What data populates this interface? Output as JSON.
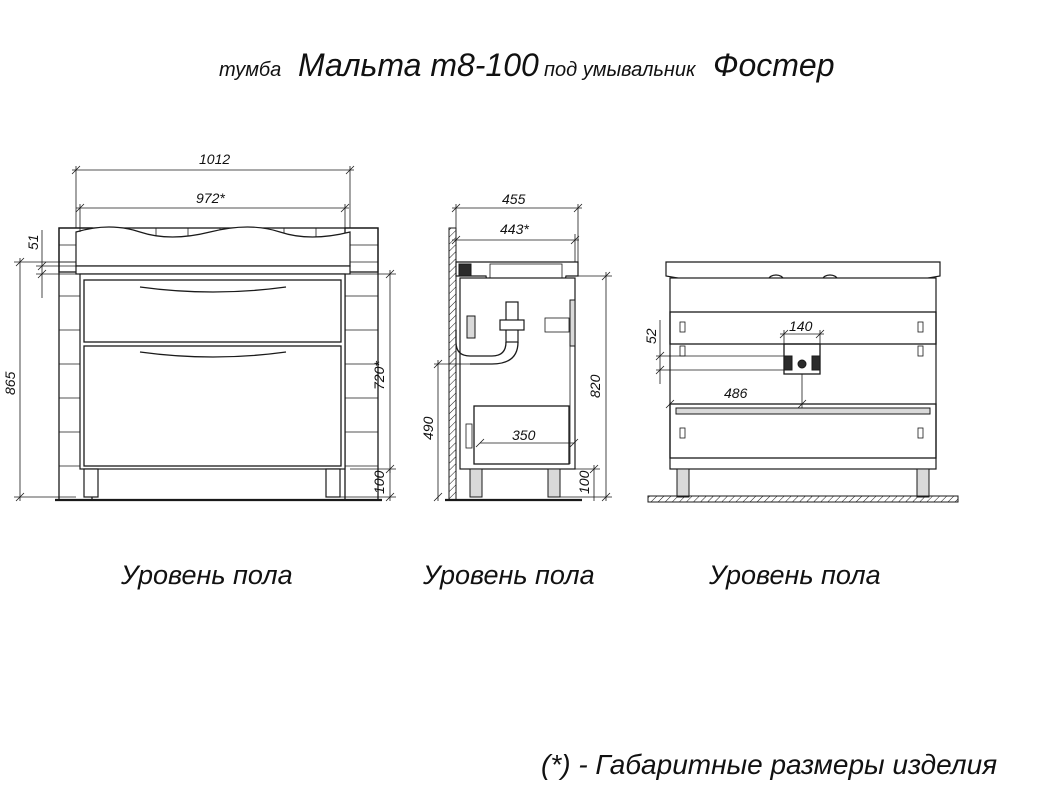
{
  "title": {
    "prefix": "тумба",
    "model": "Мальта т8-100",
    "middle": "под умывальник",
    "sink": "Фостер"
  },
  "floor_label": "Уровень пола",
  "footnote": "(*) - Габаритные размеры изделия",
  "front_view": {
    "dims": {
      "overall_width": "1012",
      "body_width": "972*",
      "top_thickness": "51",
      "overall_height": "865",
      "body_height": "720*",
      "leg_height": "100"
    }
  },
  "side_view": {
    "dims": {
      "overall_depth": "455",
      "body_depth": "443*",
      "inner_height": "490",
      "overall_height": "820",
      "shelf_depth": "350",
      "leg_height": "100"
    }
  },
  "back_view": {
    "dims": {
      "block_width": "140",
      "block_height": "52",
      "offset": "486"
    }
  }
}
